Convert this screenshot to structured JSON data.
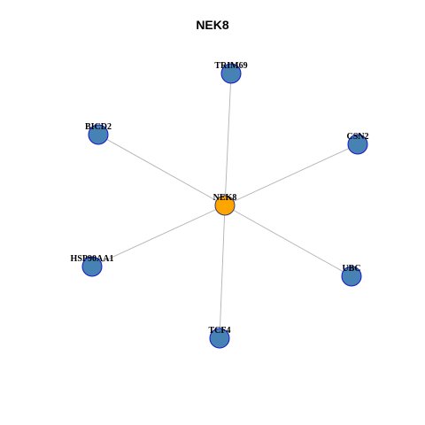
{
  "title": "NEK8",
  "colors": {
    "center_fill": "#FFA500",
    "leaf_fill": "#4682B4",
    "leaf_stroke": "#1515CC",
    "center_stroke": "#3A3A6A",
    "edge": "#B3B3B3"
  },
  "graph": {
    "center": {
      "id": "nek8",
      "label": "NEK8"
    },
    "neighbors": [
      {
        "id": "trim69",
        "label": "TRIM69"
      },
      {
        "id": "bicd2",
        "label": "BICD2"
      },
      {
        "id": "csn2",
        "label": "CSN2"
      },
      {
        "id": "hsp90aa1",
        "label": "HSP90AA1"
      },
      {
        "id": "ubc",
        "label": "UBC"
      },
      {
        "id": "tcf4",
        "label": "TCF4"
      }
    ],
    "edges": [
      {
        "from": "nek8",
        "to": "trim69"
      },
      {
        "from": "nek8",
        "to": "bicd2"
      },
      {
        "from": "nek8",
        "to": "csn2"
      },
      {
        "from": "nek8",
        "to": "hsp90aa1"
      },
      {
        "from": "nek8",
        "to": "ubc"
      },
      {
        "from": "nek8",
        "to": "tcf4"
      }
    ]
  }
}
